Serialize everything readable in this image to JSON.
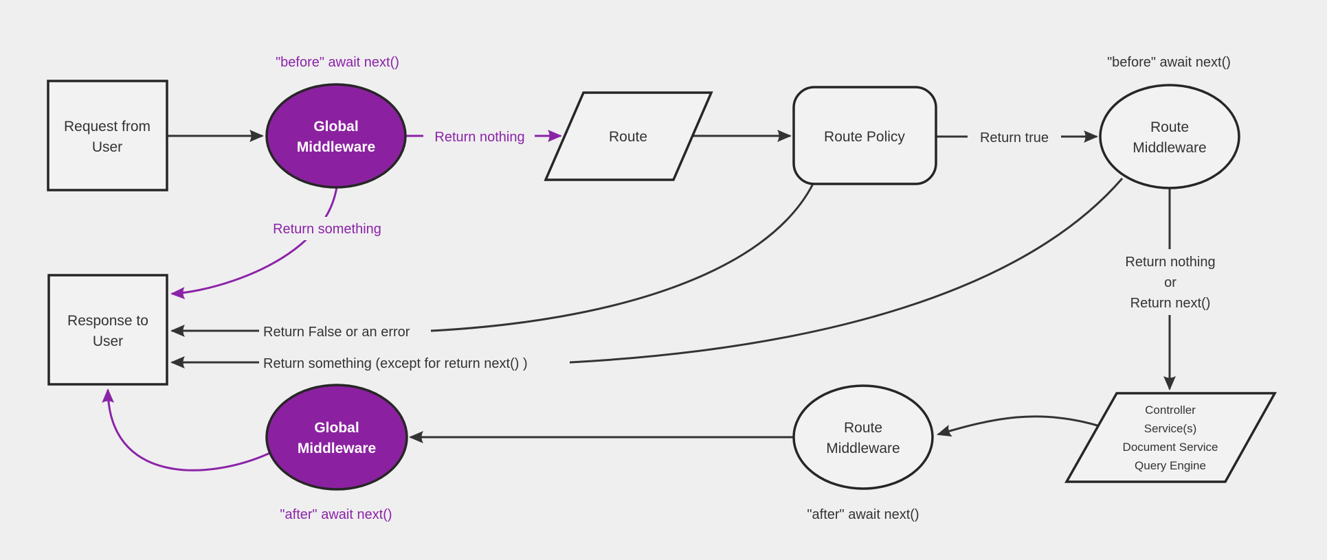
{
  "diagram": {
    "colors": {
      "background": "#efefef",
      "edge": "#333333",
      "purple": "#8b23a8",
      "purple_fill": "#8b21a0",
      "node_fill": "#f2f2f2",
      "node_border": "#262626",
      "text": "#333333",
      "white_text": "#ffffff"
    },
    "nodes": {
      "request": {
        "line1": "Request from",
        "line2": "User"
      },
      "global_middleware_top": {
        "line1": "Global",
        "line2": "Middleware"
      },
      "route": {
        "label": "Route"
      },
      "route_policy": {
        "label": "Route Policy"
      },
      "route_middleware_top": {
        "line1": "Route",
        "line2": "Middleware"
      },
      "controller": {
        "lines": [
          "Controller",
          "Service(s)",
          "Document Service",
          "Query Engine"
        ]
      },
      "route_middleware_bottom": {
        "line1": "Route",
        "line2": "Middleware"
      },
      "global_middleware_bottom": {
        "line1": "Global",
        "line2": "Middleware"
      },
      "response": {
        "line1": "Response to",
        "line2": "User"
      }
    },
    "labels": {
      "before_await_left": "\"before\" await next()",
      "before_await_right": "\"before\" await next()",
      "after_await_left": "\"after\" await next()",
      "after_await_right": "\"after\" await next()",
      "return_nothing": "Return nothing",
      "return_something": "Return something",
      "return_true": "Return true",
      "return_nothing_or_1": "Return nothing",
      "return_nothing_or_2": "or",
      "return_nothing_or_3": "Return next()",
      "return_false_or_error": "Return False or an error",
      "return_something_except": "Return something (except for return next() )"
    }
  }
}
